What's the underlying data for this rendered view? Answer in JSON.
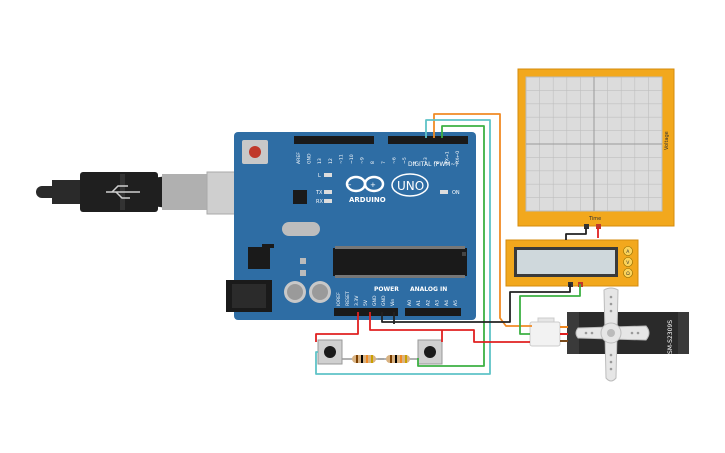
{
  "board": {
    "digital_label": "DIGITAL (PWM~)",
    "digital_pins": [
      "AREF",
      "GND",
      "13",
      "12",
      "~11",
      "~10",
      "~9",
      "8",
      "7",
      "~6",
      "~5",
      "4",
      "~3",
      "2",
      "TX→1",
      "RX←0"
    ],
    "led_l": "L",
    "led_tx": "TX",
    "led_rx": "RX",
    "on_label": "ON",
    "brand": "ARDUINO",
    "model": "UNO",
    "power_label": "POWER",
    "analog_label": "ANALOG IN",
    "power_pins": [
      "IOREF",
      "RESET",
      "3.3V",
      "5V",
      "GND",
      "GND",
      "Vin"
    ],
    "analog_pins": [
      "A0",
      "A1",
      "A2",
      "A3",
      "A4",
      "A5"
    ]
  },
  "oscilloscope": {
    "x_label": "Time",
    "y_label": "Voltage"
  },
  "multimeter": {
    "knobs": [
      "A",
      "V",
      "Ω"
    ]
  },
  "servo": {
    "model": "SM-S2309S"
  },
  "colors": {
    "board": "#2e6da4",
    "wire_orange": "#f08a24",
    "wire_teal": "#5fc3c7",
    "wire_green": "#3cb043",
    "wire_red": "#e02020",
    "wire_black": "#222222",
    "instrument_frame": "#f2a81d"
  }
}
